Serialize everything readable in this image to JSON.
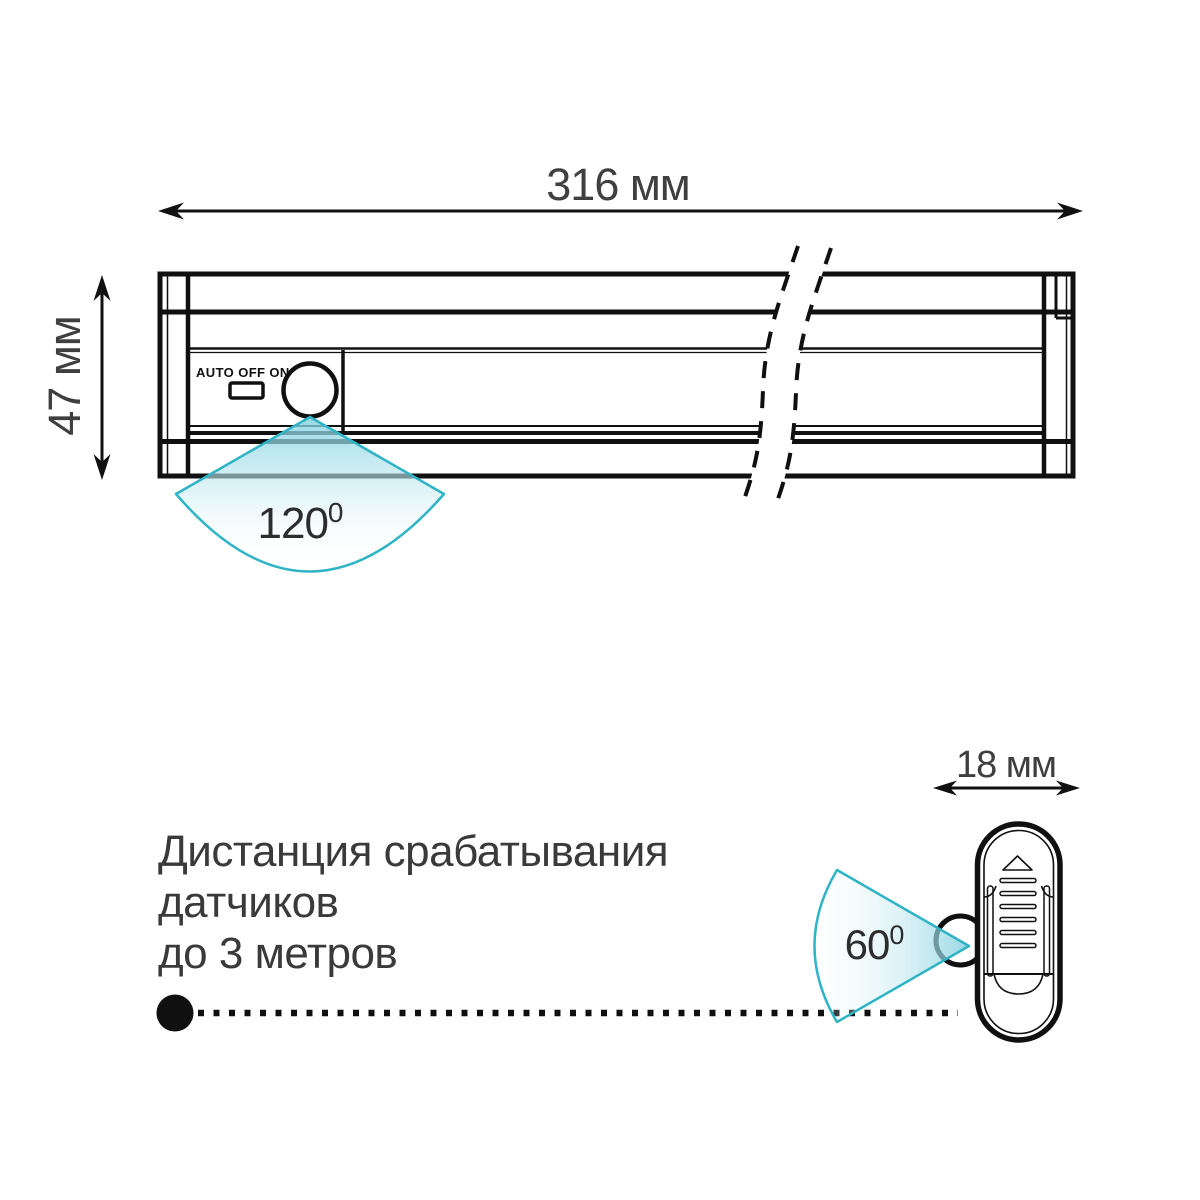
{
  "diagram": {
    "top_view": {
      "width_dimension": "316 мм",
      "height_dimension": "47 мм",
      "switch_label": "AUTO OFF ON",
      "sensor_angle_value": "120",
      "sensor_angle_degree": "0"
    },
    "side_view": {
      "width_dimension": "18 мм",
      "sensor_angle_value": "60",
      "sensor_angle_degree": "0"
    },
    "caption": {
      "line1": "Дистанция срабатывания",
      "line2": "датчиков",
      "line3": "до 3 метров"
    },
    "colors": {
      "accent_cyan": "#2fb3c6",
      "line_black": "#101010",
      "text_gray": "#3f3f3f"
    }
  }
}
